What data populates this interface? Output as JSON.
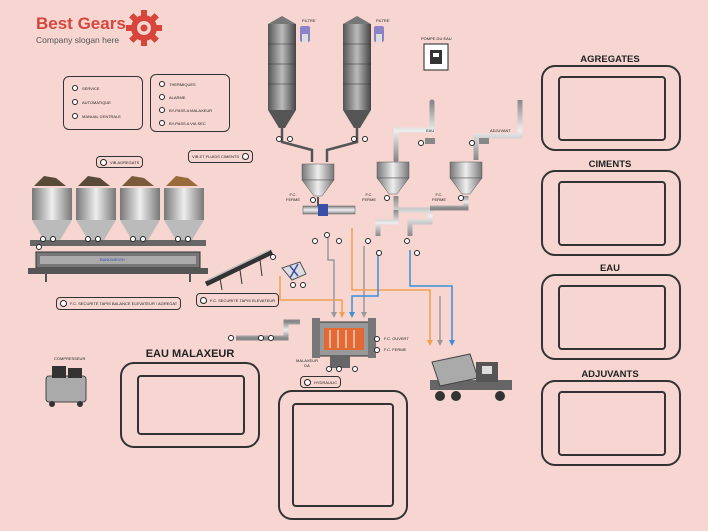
{
  "brand": {
    "name": "Best Gears",
    "slogan": "Company slogan here"
  },
  "legend_left": [
    "SERVICE",
    "AUTOMATIQUE",
    "MANUAL  CENTRALE"
  ],
  "legend_right": [
    "THERMIQUES",
    "ALARME",
    "BY-PASS A MALAXEUR",
    "BY-PASS A VIA SEC"
  ],
  "labels": {
    "filtre1": "FILTRE",
    "filtre2": "FILTRE",
    "pompe": "POMPE DU EAU",
    "eau": "EAU",
    "adjuvant": "ADJUVANT",
    "fc1": "F.C.\nFERME",
    "fc2": "F.C.\nFERME",
    "fc3": "F.C.\nFERME",
    "malaxeur": "MALAXEUR\nDA",
    "fc_ouvert": "F.C. OUVERT",
    "fc_ferme": "F.C. FERME",
    "compresseur": "COMPRESSEUR",
    "conveyor": "BANDWEIGH"
  },
  "tags": {
    "vib_agregats": "VIB AGREGATS",
    "vib_fluids": "VIB ET FLUIDS CIMENTS",
    "securite_balance": "F.C. SECURITE TAPIS BALANCE ELEVATEUR / AGREGAT",
    "securite_elevateur": "F.C. SECURITE TAPIS ELEVATEUR",
    "hydraulic": "HYDRAULIC"
  },
  "panels": {
    "agregates": "AGREGATES",
    "ciments": "CIMENTS",
    "eau": "EAU",
    "adjuvants": "ADJUVANTS",
    "eau_malaxeur": "EAU MALAXEUR"
  },
  "colors": {
    "background": "#f7d6d1",
    "brand_red": "#d9443c",
    "orange_line": "#f0a050",
    "blue_line": "#3a8fd8",
    "grey_line": "#999999"
  }
}
